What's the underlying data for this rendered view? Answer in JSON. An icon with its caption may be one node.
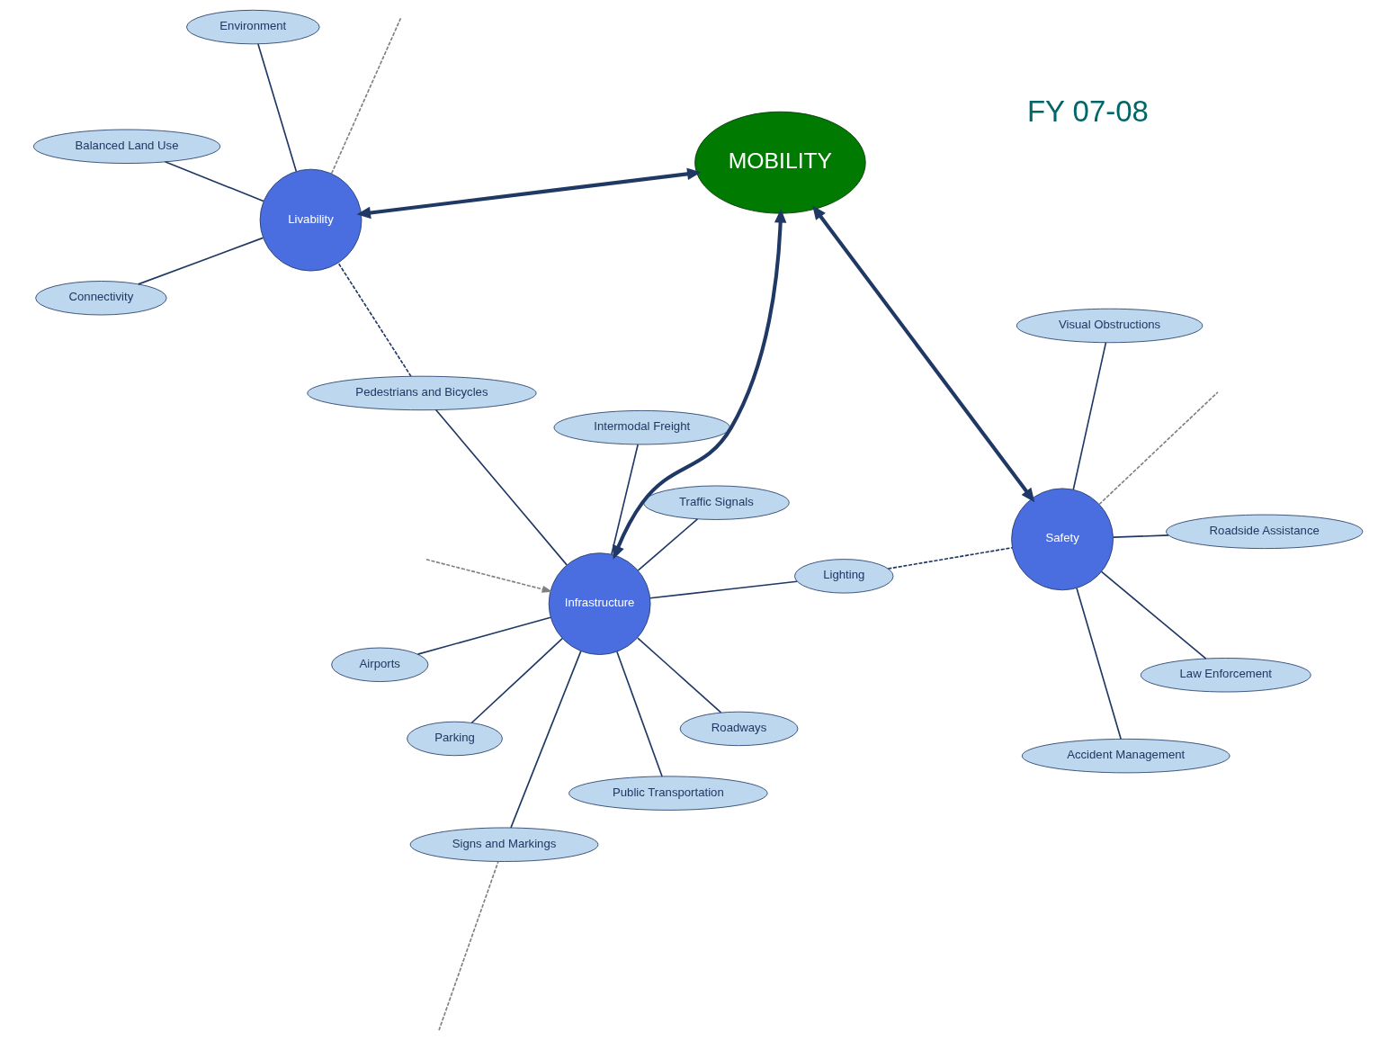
{
  "diagram": {
    "nodes": [
      {
        "text": [
          "Infrastructure"
        ]
      },
      {
        "text": [
          "Roadways"
        ]
      },
      {
        "text": [
          "Signs and Markings"
        ]
      },
      {
        "text": [
          "Intermodal Freight"
        ]
      },
      {
        "text": [
          "Traffic Signals"
        ]
      },
      {
        "text": [
          "Airports"
        ]
      },
      {
        "text": [
          "Parking"
        ]
      },
      {
        "text": [
          "Public Transportation"
        ]
      },
      {
        "text": [
          "Lighting"
        ]
      },
      {
        "text": [
          "Pedestrians and Bicycles"
        ]
      },
      {
        "text": [
          "MOBILITY"
        ]
      },
      {
        "text": [
          "Safety"
        ]
      },
      {
        "text": [
          "Law Enforcement"
        ]
      },
      {
        "text": [
          "Roadside Assistance"
        ]
      },
      {
        "text": [
          "Visual Obstructions"
        ]
      },
      {
        "text": [
          "Accident Management"
        ]
      },
      {
        "text": [
          "Livability"
        ]
      },
      {
        "text": [
          "Balanced Land Use"
        ]
      },
      {
        "text": [
          "Connectivity"
        ]
      },
      {
        "text": [
          "Environment"
        ]
      }
    ],
    "edges": [
      {
        "from": 0,
        "to": 1,
        "arrow": "none"
      },
      {
        "from": 0,
        "to": 2,
        "arrow": "none"
      },
      {
        "from": 0,
        "to": 3,
        "arrow": "none"
      },
      {
        "from": 0,
        "to": 4,
        "arrow": "none"
      },
      {
        "from": 0,
        "to": 5,
        "arrow": "none"
      },
      {
        "from": 0,
        "to": 6,
        "arrow": "none"
      },
      {
        "from": 0,
        "to": 7,
        "arrow": "none"
      },
      {
        "from": 0,
        "to": 8,
        "arrow": "none"
      },
      {
        "from": 0,
        "to": 9,
        "arrow": "none"
      },
      {
        "from": 0,
        "to": 10,
        "arrow": "both",
        "style": "thick"
      },
      {
        "from": 11,
        "to": 10,
        "arrow": "both",
        "style": "thick"
      },
      {
        "from": 16,
        "to": 10,
        "arrow": "both",
        "style": "thick"
      },
      {
        "from": 11,
        "to": 12,
        "arrow": "none"
      },
      {
        "from": 11,
        "to": 13,
        "arrow": "none"
      },
      {
        "from": 11,
        "to": 14,
        "arrow": "none"
      },
      {
        "from": 11,
        "to": 15,
        "arrow": "none"
      },
      {
        "from": 16,
        "to": 17,
        "arrow": "none"
      },
      {
        "from": 16,
        "to": 18,
        "arrow": "none"
      },
      {
        "from": 16,
        "to": 19,
        "arrow": "none"
      },
      {
        "from": 8,
        "to": 11,
        "arrow": "none",
        "style": "dashed"
      },
      {
        "from": 9,
        "to": 16,
        "arrow": "none",
        "style": "dashed"
      },
      {
        "from": null,
        "to": 0,
        "arrow": "to",
        "style": "dashed",
        "color": "#808080"
      },
      {
        "from": null,
        "to": 2,
        "arrow": "none",
        "style": "dashed",
        "color": "#808080"
      },
      {
        "from": 11,
        "to": null,
        "arrow": "none",
        "style": "dashed",
        "color": "#808080"
      },
      {
        "from": 16,
        "to": null,
        "arrow": "none",
        "style": "dashed",
        "color": "#808080"
      }
    ],
    "labels": [
      "FY 07-08"
    ]
  }
}
